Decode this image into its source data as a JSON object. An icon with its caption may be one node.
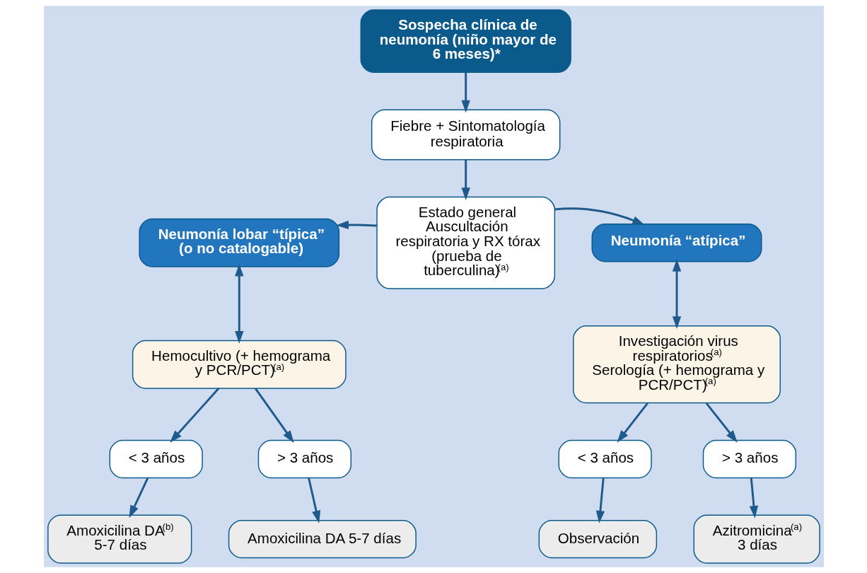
{
  "diagram": {
    "nodes": [
      {
        "text": [
          "Sospecha clínica de neumonía (niño mayor de 6 meses)*"
        ]
      },
      {
        "text": [
          "Fiebre + Sintomatología respiratoria"
        ]
      },
      {
        "text": [
          "Estado general Auscultación respiratoria y RX tórax (prueba de tuberculina)$^{(a)}$"
        ]
      },
      {
        "text": [
          "Neumonía lobar “típica” (o no catalogable)"
        ]
      },
      {
        "text": [
          "Neumonía “atípica”"
        ]
      },
      {
        "text": [
          "Hemocultivo (+ hemograma y PCR/PCT)$^{(a)}$"
        ]
      },
      {
        "text": [
          "Investigación virus respiratorios$^{(a)}$",
          "Serología (+ hemograma y PCR/PCT)$^{(a)}$"
        ]
      },
      {
        "text": [
          "< 3 años"
        ]
      },
      {
        "text": [
          "> 3 años"
        ]
      },
      {
        "text": [
          "< 3 años"
        ]
      },
      {
        "text": [
          "> 3 años"
        ]
      },
      {
        "text": [
          "Amoxicilina DA$^{(b)}$ 5-7 días"
        ]
      },
      {
        "text": [
          "Amoxicilina DA 5-7 días"
        ]
      },
      {
        "text": [
          "Observación"
        ]
      },
      {
        "text": [
          "Azitromicina$^{(a)}$ 3 días"
        ]
      }
    ],
    "edges": [
      {
        "from": 0,
        "to": 1,
        "arrow": "to"
      },
      {
        "from": 1,
        "to": 2,
        "arrow": "to"
      },
      {
        "from": 2,
        "to": 3,
        "arrow": "to"
      },
      {
        "from": 2,
        "to": 4,
        "arrow": "to"
      },
      {
        "from": 3,
        "to": 5,
        "arrow": "both"
      },
      {
        "from": 4,
        "to": 6,
        "arrow": "both"
      },
      {
        "from": 5,
        "to": 7,
        "arrow": "to"
      },
      {
        "from": 5,
        "to": 8,
        "arrow": "to"
      },
      {
        "from": 6,
        "to": 9,
        "arrow": "to"
      },
      {
        "from": 6,
        "to": 10,
        "arrow": "to"
      },
      {
        "from": 7,
        "to": 11,
        "arrow": "to"
      },
      {
        "from": 8,
        "to": 12,
        "arrow": "to"
      },
      {
        "from": 9,
        "to": 13,
        "arrow": "to"
      },
      {
        "from": 10,
        "to": 14,
        "arrow": "to"
      }
    ]
  }
}
